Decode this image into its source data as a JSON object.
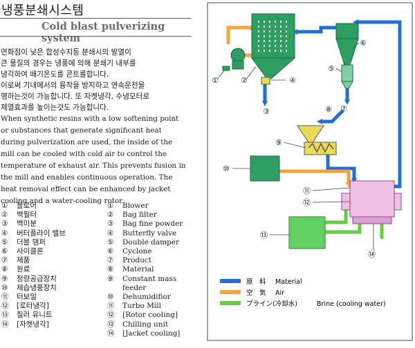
{
  "title_ko": "냉풍분쇄시스템",
  "title_en": "Cold blast pulverizing system",
  "desc_ko": [
    "연화점이 낮은 합성수지등 분쇄시의 발열이",
    "큰 물질의 경우는 냉풍에 의해 분쇄기 내부를",
    "냉각하여 배기온도를 콘트롤합니다.",
    "이로써 기내에서의 융착을 방지하고 연속운전을",
    "행하는것이 가능합니다.  또 자켓냉각, 수냉모터로",
    "제열효과를 높이는것도 가능합니다."
  ],
  "desc_en": [
    "When synthetic resins with a low softening point",
    "or substances that generate significant heat",
    "during pulverization are used, the inside of the",
    "mill can be cooled with cold air to control the",
    "temperature of exhaust air. This prevents fusion in",
    "the mill and enables continuous operation. The",
    "heat removal effect can be enhanced by jacket",
    "cooling and a water-cooling rotor."
  ],
  "legend_ko": [
    {
      "n": "①",
      "t": "블로어"
    },
    {
      "n": "②",
      "t": "백필터"
    },
    {
      "n": "③",
      "t": "백미분"
    },
    {
      "n": "④",
      "t": "버터플라이 밸브"
    },
    {
      "n": "⑤",
      "t": "더블 댐퍼"
    },
    {
      "n": "⑥",
      "t": "사이클론"
    },
    {
      "n": "⑦",
      "t": "제품"
    },
    {
      "n": "⑧",
      "t": "원료"
    },
    {
      "n": "⑨",
      "t": "정량공급장치"
    },
    {
      "n": "⑩",
      "t": "제습냉풍장치"
    },
    {
      "n": "⑪",
      "t": "터보밀"
    },
    {
      "n": "⑫",
      "t": "[로터냉각]"
    },
    {
      "n": "⑬",
      "t": "칠러 유니트"
    },
    {
      "n": "⑭",
      "t": "[자켓냉각]"
    }
  ],
  "legend_en": [
    {
      "n": "①",
      "t": "Blower"
    },
    {
      "n": "②",
      "t": "Bag filter"
    },
    {
      "n": "③",
      "t": "Bag fine powder"
    },
    {
      "n": "④",
      "t": "Butterfly valve"
    },
    {
      "n": "⑤",
      "t": "Double damper"
    },
    {
      "n": "⑥",
      "t": "Cyclone"
    },
    {
      "n": "⑦",
      "t": "Product"
    },
    {
      "n": "⑧",
      "t": "Material"
    },
    {
      "n": "⑨",
      "t": "Constant mass"
    },
    {
      "n": "",
      "t": "feeder"
    },
    {
      "n": "⑩",
      "t": "Dehumidifior"
    },
    {
      "n": "⑪",
      "t": "Turbo Mill"
    },
    {
      "n": "⑫",
      "t": "[Rotor cooling]"
    },
    {
      "n": "⑬",
      "t": "Chilling unit"
    },
    {
      "n": "⑭",
      "t": "[Jacket cooling]"
    }
  ],
  "diagram": {
    "labels": [
      "①",
      "②",
      "③",
      "④",
      "⑤",
      "⑥",
      "⑦",
      "⑧",
      "⑨",
      "⑩",
      "⑪",
      "⑫",
      "⑬",
      "⑭"
    ],
    "key": {
      "material": {
        "ko": "原　料",
        "en": "Material"
      },
      "air": {
        "ko": "空　気",
        "en": "Air"
      },
      "brine": {
        "ko": "ブライン(冷却水)",
        "en": "Brine (cooling water)"
      }
    }
  },
  "colors": {
    "material_line": "#1f6fd6",
    "air_line": "#f4a23c",
    "brine_line": "#66cc44",
    "equipment_green": "#2e9e62",
    "equipment_green_light": "#7fd0a0",
    "mill_pink": "#f0c0e6",
    "feeder_yellow": "#eadb56",
    "chiller_green": "#63d063"
  }
}
